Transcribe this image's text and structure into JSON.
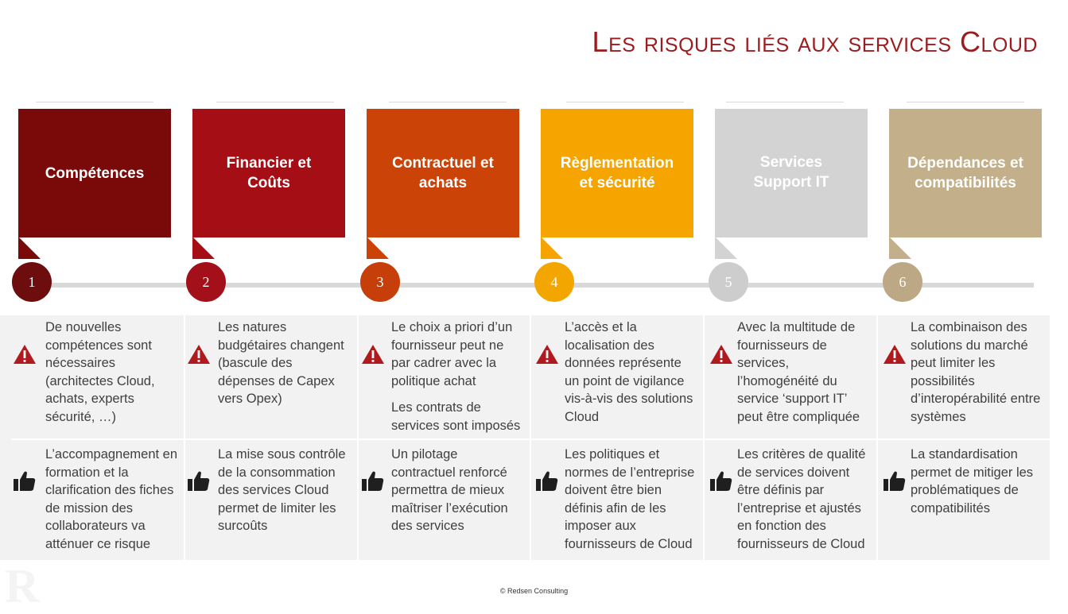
{
  "title": "Les risques liés aux services Cloud",
  "footer": "© Redsen Consulting",
  "categories": [
    {
      "number": "1",
      "label_lines": [
        "Compétences"
      ],
      "color": "#7a0a0a",
      "circle": "#6e0d0d",
      "risk": [
        "De nouvelles compétences sont nécessaires (architectes Cloud, achats, experts sécurité, …)"
      ],
      "mitigation": "L’accompagnement en formation et la clarification des fiches de mission des collaborateurs va atténuer ce risque"
    },
    {
      "number": "2",
      "label_lines": [
        "Financier et",
        "Coûts"
      ],
      "color": "#a50e14",
      "circle": "#a3101a",
      "risk": [
        "Les natures budgétaires changent (bascule des dépenses de Capex vers Opex)"
      ],
      "mitigation": "La mise sous contrôle de la consommation des services Cloud permet de limiter les surcoûts"
    },
    {
      "number": "3",
      "label_lines": [
        "Contractuel et",
        "achats"
      ],
      "color": "#cc4308",
      "circle": "#c63f0a",
      "risk": [
        "Le choix a priori d’un fournisseur peut ne par cadrer avec la politique achat",
        "Les contrats de services sont imposés"
      ],
      "mitigation": "Un pilotage contractuel renforcé permettra de mieux maîtriser l’exécution des services"
    },
    {
      "number": "4",
      "label_lines": [
        "Règlementation",
        "et sécurité"
      ],
      "color": "#f6a400",
      "circle": "#f4a600",
      "risk": [
        "L’accès et la localisation des données représente un point de vigilance vis-à-vis des solutions Cloud"
      ],
      "mitigation": "Les politiques et normes de l’entreprise doivent être bien définis afin de les imposer aux fournisseurs de Cloud"
    },
    {
      "number": "5",
      "label_lines": [
        "Services",
        "Support IT"
      ],
      "color": "#d3d3d3",
      "circle": "#cdcdcd",
      "risk": [
        "Avec la multitude de fournisseurs de services, l’homogénéité du service ‘support IT’ peut être compliquée"
      ],
      "mitigation": "Les critères de qualité de services doivent être définis par l’entreprise et ajustés en fonction des fournisseurs de Cloud"
    },
    {
      "number": "6",
      "label_lines": [
        "Dépendances et",
        "compatibilités"
      ],
      "color": "#c3b08a",
      "circle": "#bca885",
      "risk": [
        "La combinaison des solutions du marché peut limiter les possibilités d’interopérabilité entre systèmes"
      ],
      "mitigation": "La standardisation permet de mitiger les problématiques de compatibilités"
    }
  ],
  "icons": {
    "risk": "warning-icon",
    "mitigation": "thumbs-up-icon"
  },
  "colors": {
    "title": "#9b1b1f",
    "band": "#f2f2f2",
    "timeline": "#d9d9d9",
    "warning": "#b0191e"
  }
}
